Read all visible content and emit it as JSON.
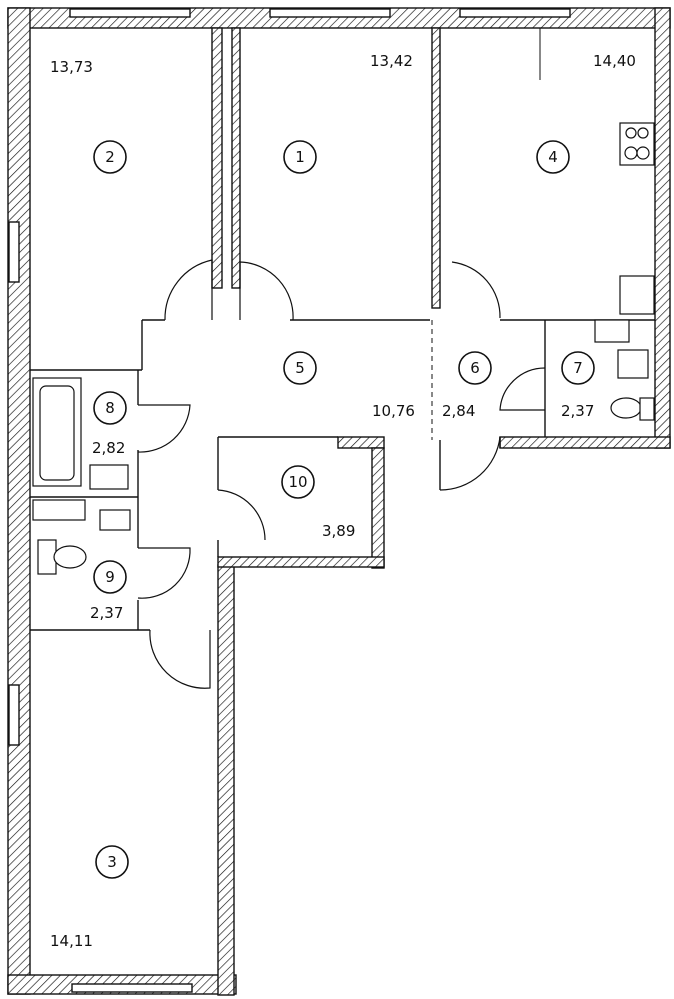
{
  "rooms": [
    {
      "number": "1",
      "area": "13,42"
    },
    {
      "number": "2",
      "area": "13,73"
    },
    {
      "number": "3",
      "area": "14,11"
    },
    {
      "number": "4",
      "area": "14,40"
    },
    {
      "number": "5",
      "area": "10,76"
    },
    {
      "number": "6",
      "area": "2,84"
    },
    {
      "number": "7",
      "area": "2,37"
    },
    {
      "number": "8",
      "area": "2,82"
    },
    {
      "number": "9",
      "area": "2,37"
    },
    {
      "number": "10",
      "area": "3,89"
    }
  ]
}
